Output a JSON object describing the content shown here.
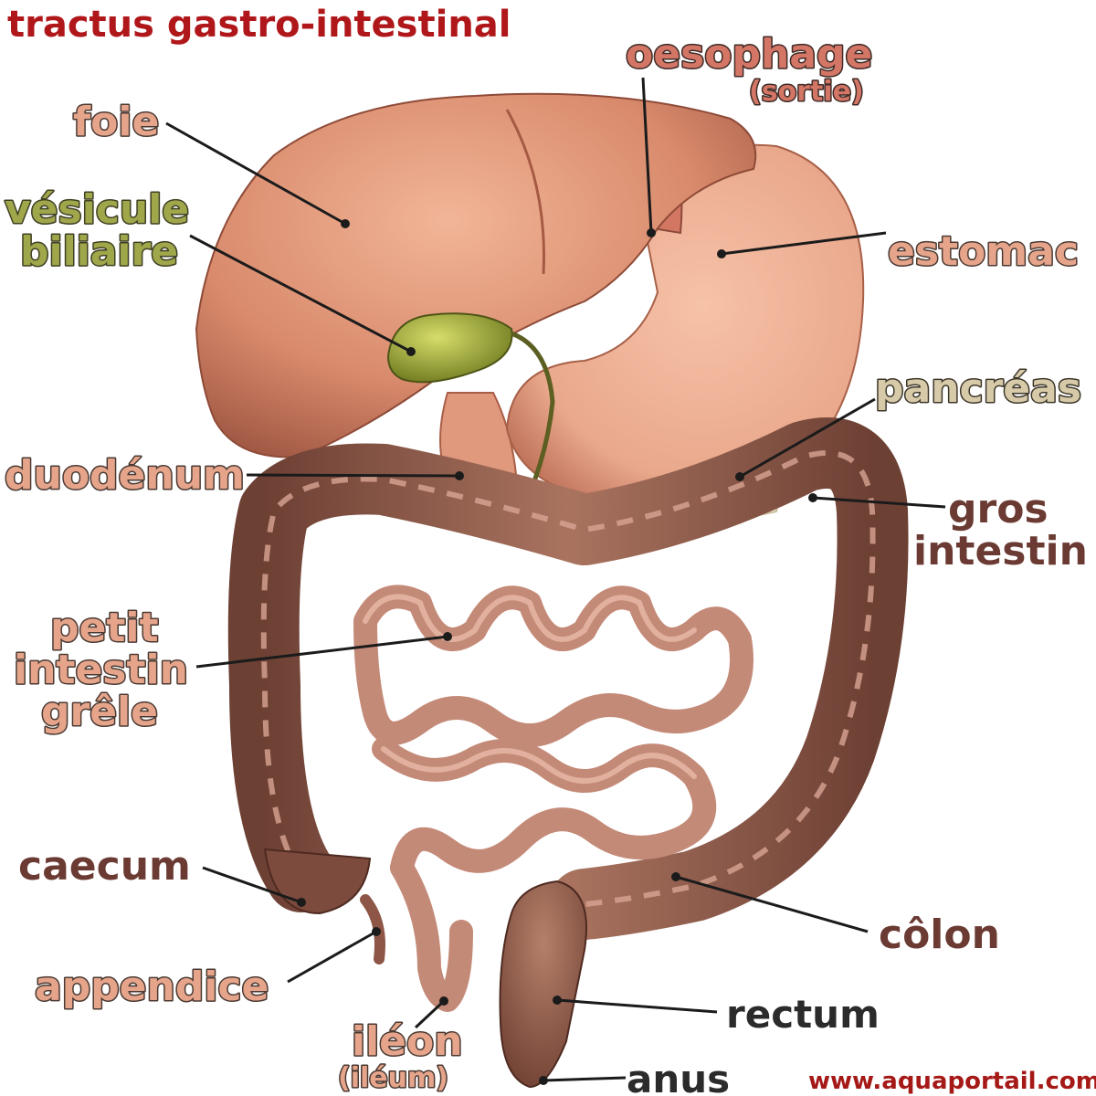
{
  "title": "tractus gastro-intestinal",
  "labels": {
    "oesophage": "oesophage",
    "oesophage_sub": "(sortie)",
    "foie": "foie",
    "vesicule_1": "vésicule",
    "vesicule_2": "biliaire",
    "estomac": "estomac",
    "pancreas": "pancréas",
    "duodenum": "duodénum",
    "gros_1": "gros",
    "gros_2": "intestin",
    "petit_1": "petit",
    "petit_2": "intestin",
    "petit_3": "grêle",
    "caecum": "caecum",
    "colon": "côlon",
    "appendice": "appendice",
    "rectum": "rectum",
    "ileon": "iléon",
    "ileon_sub": "(iléum)",
    "anus": "anus"
  },
  "website": "www.aquaportail.com",
  "colors": {
    "title": "#b0171a",
    "liver": "#d98a6c",
    "stomach": "#e9a88c",
    "gallbladder": "#a6b23c",
    "large_intestine": "#8a5b4c",
    "small_intestine": "#c9907f",
    "pancreas": "#e5dfc9"
  }
}
